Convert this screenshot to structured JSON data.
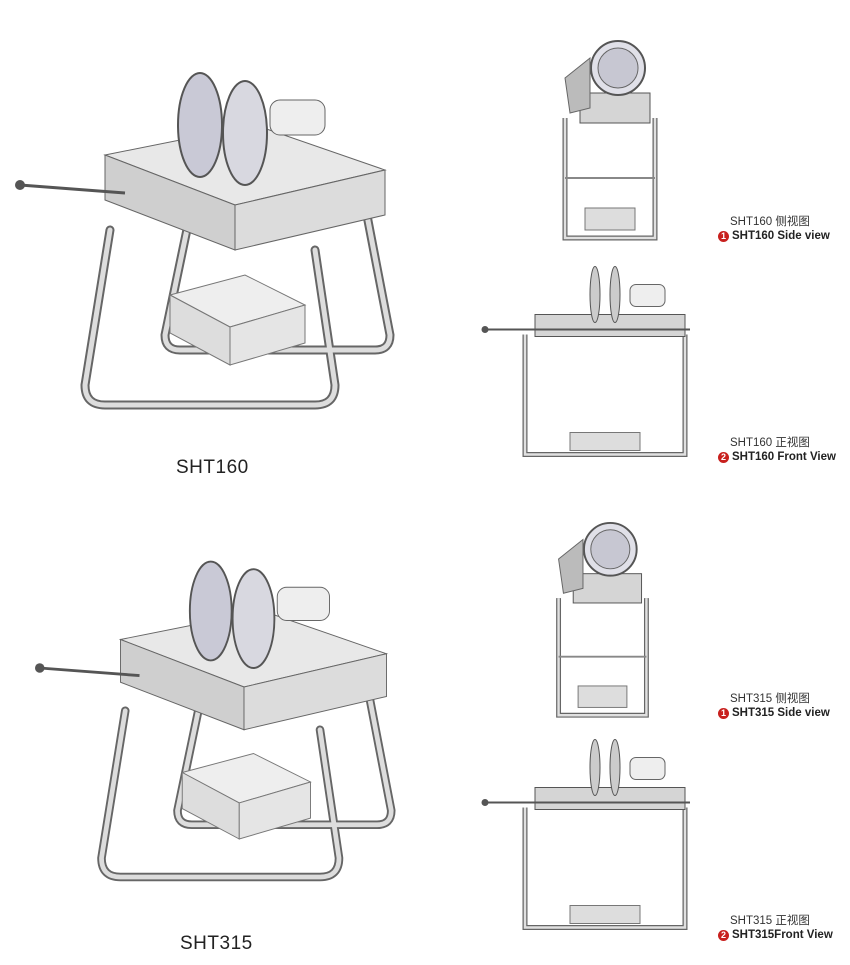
{
  "sht160": {
    "model_label": "SHT160",
    "side": {
      "cn": "SHT160 侧视图",
      "num": "1",
      "en": "SHT160 Side view"
    },
    "front": {
      "cn": "SHT160 正视图",
      "num": "2",
      "en": "SHT160 Front View"
    }
  },
  "sht315": {
    "model_label": "SHT315",
    "side": {
      "cn": "SHT315 侧视图",
      "num": "1",
      "en": "SHT315 Side view"
    },
    "front": {
      "cn": "SHT315 正视图",
      "num": "2",
      "en": "SHT315Front View"
    }
  },
  "colors": {
    "accent": "#c8201e",
    "line": "#555555",
    "metal": "#d9d9d9"
  }
}
